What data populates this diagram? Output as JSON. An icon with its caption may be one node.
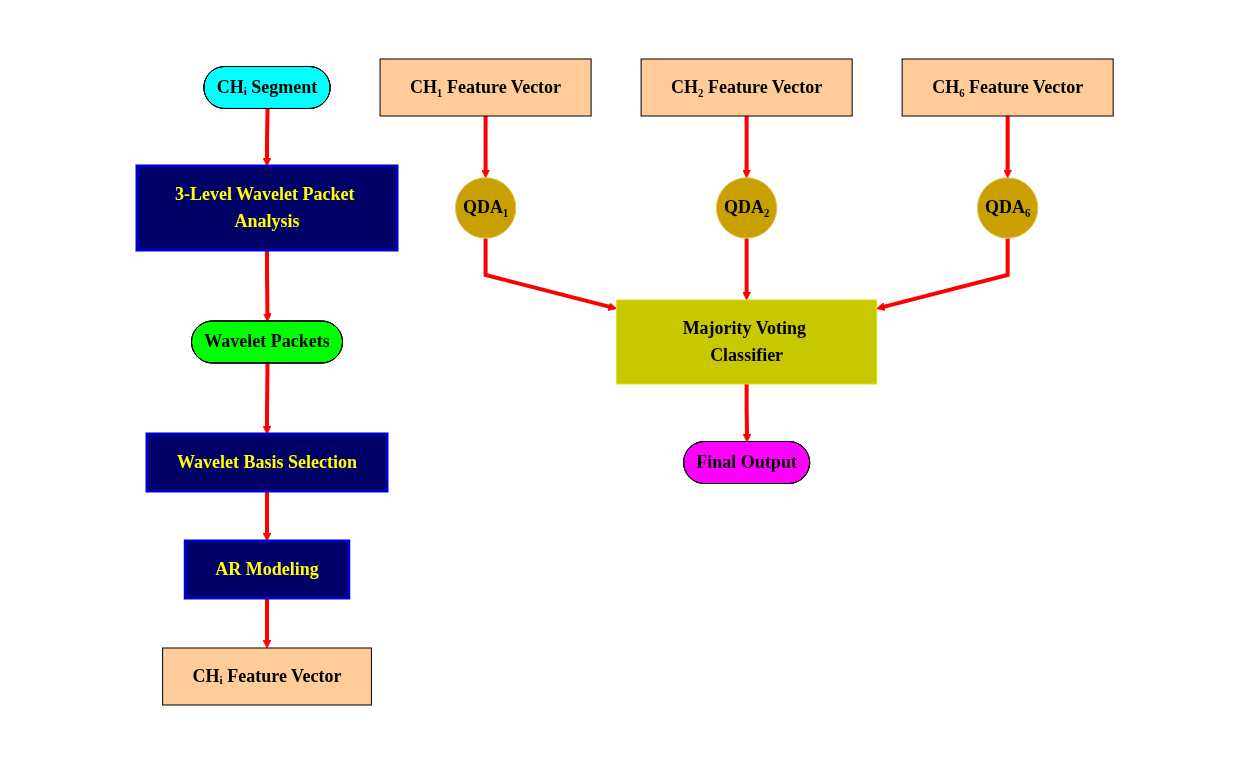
{
  "diagram": {
    "nodes": [
      {
        "text": [
          "CHᵢ Segment"
        ]
      },
      {
        "text": [
          "3-Level Wavelet Packet Analysis"
        ]
      },
      {
        "text": [
          "Wavelet Packets"
        ]
      },
      {
        "text": [
          "Wavelet Basis Selection"
        ]
      },
      {
        "text": [
          "AR Modeling"
        ]
      },
      {
        "text": [
          "CHᵢ Feature Vector"
        ]
      },
      {
        "text": [
          "CH₁ Feature Vector"
        ]
      },
      {
        "text": [
          "CH₂ Feature Vector"
        ]
      },
      {
        "text": [
          "CH₆ Feature Vector"
        ]
      },
      {
        "text": [
          "QDA₁"
        ]
      },
      {
        "text": [
          "QDA₂"
        ]
      },
      {
        "text": [
          "QDA₆"
        ]
      },
      {
        "text": [
          "Majority Voting Classifier"
        ]
      },
      {
        "text": [
          "Final Output"
        ]
      }
    ],
    "edges": [
      {
        "from": 0,
        "to": 1,
        "arrow": "to"
      },
      {
        "from": 1,
        "to": 2,
        "arrow": "to"
      },
      {
        "from": 2,
        "to": 3,
        "arrow": "to"
      },
      {
        "from": 3,
        "to": 4,
        "arrow": "to"
      },
      {
        "from": 4,
        "to": 5,
        "arrow": "to"
      },
      {
        "from": 6,
        "to": 9,
        "arrow": "to"
      },
      {
        "from": 7,
        "to": 10,
        "arrow": "to"
      },
      {
        "from": 8,
        "to": 11,
        "arrow": "to"
      },
      {
        "from": 9,
        "to": 12,
        "arrow": "to"
      },
      {
        "from": 10,
        "to": 12,
        "arrow": "to"
      },
      {
        "from": 11,
        "to": 12,
        "arrow": "to"
      },
      {
        "from": 12,
        "to": 13,
        "arrow": "to"
      }
    ]
  }
}
